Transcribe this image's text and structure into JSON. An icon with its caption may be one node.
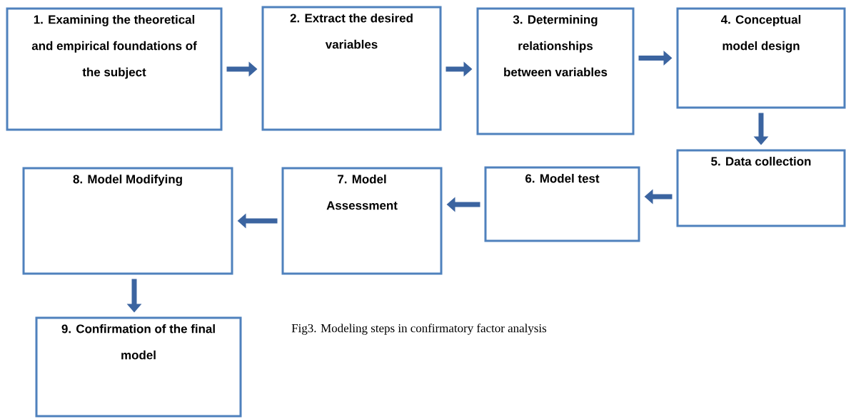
{
  "diagram": {
    "caption": "Fig3. Modeling steps in confirmatory factor analysis",
    "nodes": [
      {
        "text": [
          "1. Examining the theoretical and empirical foundations of the subject"
        ]
      },
      {
        "text": [
          "2. Extract the desired variables"
        ]
      },
      {
        "text": [
          "3. Determining relationships between variables"
        ]
      },
      {
        "text": [
          "4. Conceptual model design"
        ]
      },
      {
        "text": [
          "5. Data collection"
        ]
      },
      {
        "text": [
          "6. Model test"
        ]
      },
      {
        "text": [
          "7. Model Assessment"
        ]
      },
      {
        "text": [
          "8. Model Modifying"
        ]
      },
      {
        "text": [
          "9. Confirmation of the final model"
        ]
      }
    ],
    "edges": [
      {
        "from": 0,
        "to": 1,
        "arrow": "to"
      },
      {
        "from": 1,
        "to": 2,
        "arrow": "to"
      },
      {
        "from": 2,
        "to": 3,
        "arrow": "to"
      },
      {
        "from": 3,
        "to": 4,
        "arrow": "to"
      },
      {
        "from": 4,
        "to": 5,
        "arrow": "to"
      },
      {
        "from": 5,
        "to": 6,
        "arrow": "to"
      },
      {
        "from": 6,
        "to": 7,
        "arrow": "to"
      },
      {
        "from": 7,
        "to": 8,
        "arrow": "to"
      }
    ]
  }
}
